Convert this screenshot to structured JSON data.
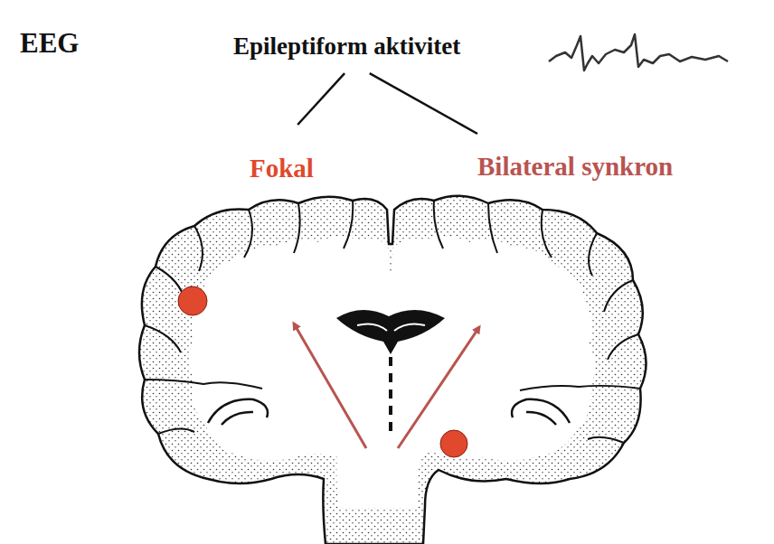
{
  "diagram": {
    "nodes": [
      {
        "text": [
          "Epileptiform aktivitet"
        ]
      },
      {
        "text": [
          "Fokal"
        ]
      },
      {
        "text": [
          "Bilateral synkron"
        ]
      }
    ],
    "edges": [
      {
        "from": 0,
        "to": 1,
        "arrow": "none"
      },
      {
        "from": 0,
        "to": 2,
        "arrow": "none"
      }
    ],
    "labels": [
      "EEG"
    ]
  }
}
